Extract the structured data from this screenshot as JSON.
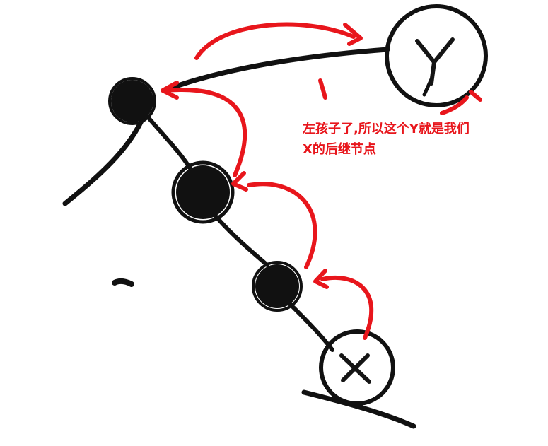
{
  "annotation": {
    "line1": "左孩子了,所以这个Y就是我们",
    "line2": "X的后继节点"
  },
  "nodes": [
    {
      "name": "node-root-left",
      "filled": true,
      "label": ""
    },
    {
      "name": "node-y",
      "filled": false,
      "label": "Y"
    },
    {
      "name": "node-mid",
      "filled": true,
      "label": ""
    },
    {
      "name": "node-lower",
      "filled": true,
      "label": ""
    },
    {
      "name": "node-x",
      "filled": false,
      "label": "X"
    }
  ],
  "colors": {
    "ink": "#111111",
    "accent_red": "#e8161c",
    "background": "#ffffff"
  }
}
